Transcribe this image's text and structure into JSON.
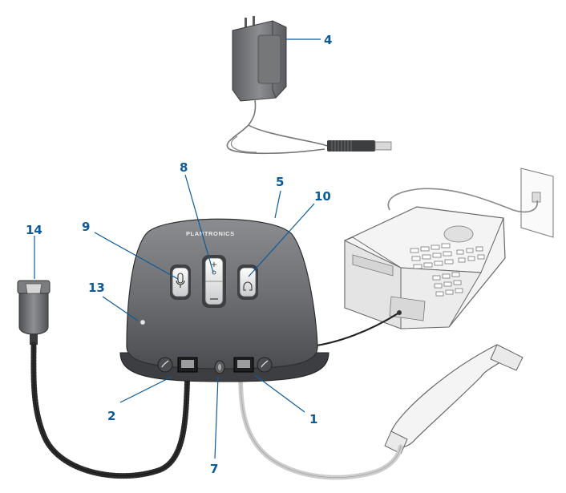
{
  "diagram": {
    "brand_text": "PLANTRONICS",
    "callout_color": "#0d5a9a",
    "callouts": [
      {
        "id": "1",
        "label": "1"
      },
      {
        "id": "2",
        "label": "2"
      },
      {
        "id": "4",
        "label": "4"
      },
      {
        "id": "5",
        "label": "5"
      },
      {
        "id": "7",
        "label": "7"
      },
      {
        "id": "8",
        "label": "8"
      },
      {
        "id": "9",
        "label": "9"
      },
      {
        "id": "10",
        "label": "10"
      },
      {
        "id": "13",
        "label": "13"
      },
      {
        "id": "14",
        "label": "14"
      }
    ],
    "parts": {
      "amplifier_color": "#6e7073",
      "phone_color": "#f4f4f4",
      "ac_adapter_icon": "ac-adapter-icon",
      "telephone_icon": "desk-telephone-icon",
      "handset_icon": "handset-icon",
      "qd_connector_icon": "quick-disconnect-connector-icon",
      "wall_jack_icon": "wall-jack-icon"
    }
  }
}
